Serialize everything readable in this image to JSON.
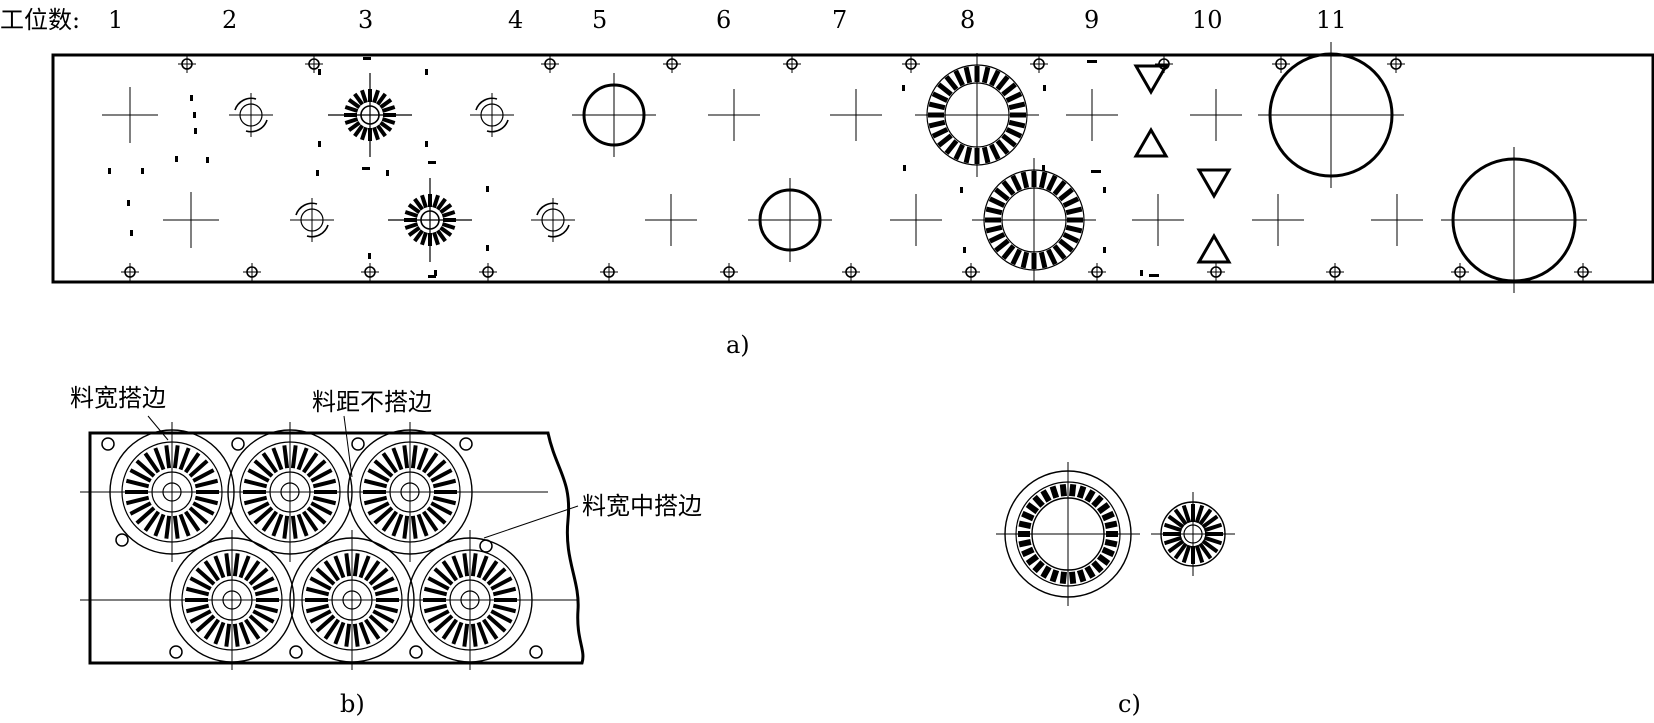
{
  "station_header": "工位数:",
  "station_numbers": [
    "1",
    "2",
    "3",
    "4",
    "5",
    "6",
    "7",
    "8",
    "9",
    "10",
    "11"
  ],
  "captions": {
    "a": "a)",
    "b": "b)",
    "c": "c)"
  },
  "annotations": {
    "width_overlap": "料宽搭边",
    "pitch_no_overlap": "料距不搭边",
    "width_middle_overlap": "料宽中搭边"
  }
}
